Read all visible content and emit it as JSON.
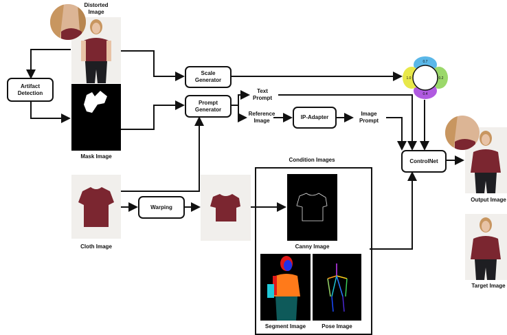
{
  "images": {
    "distorted": "Distorted\nImage",
    "mask": "Mask Image",
    "cloth": "Cloth Image",
    "output": "Output Image",
    "target": "Target Image",
    "canny": "Canny Image",
    "segment": "Segment Image",
    "pose": "Pose Image"
  },
  "blocks": {
    "artifact_detection": "Artifact\nDetection",
    "scale_generator": "Scale\nGenerator",
    "prompt_generator": "Prompt\nGenerator",
    "warping": "Warping",
    "ip_adapter": "IP-Adapter",
    "controlnet": "ControlNet"
  },
  "texts": {
    "text_prompt": "Text\nPrompt",
    "reference_image": "Reference\nImage",
    "image_prompt": "Image\nPrompt",
    "condition_images": "Condition Images"
  },
  "scale_wheel": [
    "0.7",
    "0.2",
    "0.4",
    "1.0"
  ],
  "colors": {
    "shirt": "#7b2630",
    "shirt_dark": "#5e1a22",
    "jeans": "#1e1e22",
    "skin": "#e8c3a6",
    "hair": "#c89660",
    "bg_light": "#f1efec",
    "wheel_blue": "#5ab7e8",
    "wheel_green": "#9bd86a",
    "wheel_purple": "#b05ae0",
    "wheel_yellow": "#e8e84a",
    "seg_orange": "#ff7a1a",
    "seg_red": "#e01818",
    "seg_blue": "#2230e8",
    "seg_teal": "#0e5a5a",
    "seg_cyan": "#20c8d8"
  }
}
